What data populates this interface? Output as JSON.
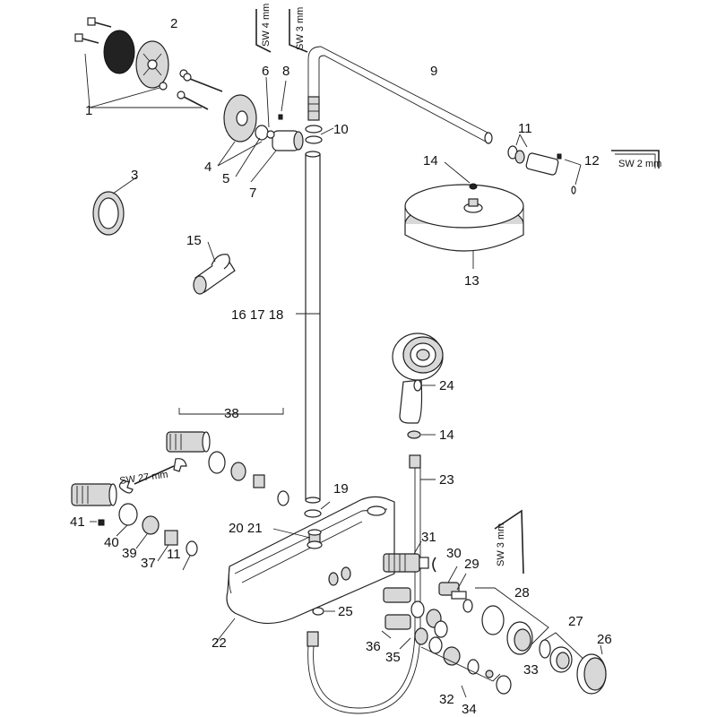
{
  "labels": {
    "p1": "1",
    "p2": "2",
    "p3": "3",
    "p4": "4",
    "p5": "5",
    "p6": "6",
    "p7": "7",
    "p8": "8",
    "p9": "9",
    "p10": "10",
    "p11": "11",
    "p11b": "11",
    "p12": "12",
    "p13": "13",
    "p14": "14",
    "p14b": "14",
    "p15": "15",
    "p161718": "16 17 18",
    "p19": "19",
    "p2021": "20 21",
    "p22": "22",
    "p23": "23",
    "p24": "24",
    "p25": "25",
    "p26": "26",
    "p27": "27",
    "p28": "28",
    "p29": "29",
    "p30": "30",
    "p31": "31",
    "p32": "32",
    "p33": "33",
    "p34": "34",
    "p35": "35",
    "p36": "36",
    "p37": "37",
    "p38": "38",
    "p39": "39",
    "p40": "40",
    "p41": "41"
  },
  "tools": {
    "sw4": "SW 4 mm",
    "sw3_top": "SW 3 mm",
    "sw2": "SW 2 mm",
    "sw27": "SW 27 mm",
    "sw3_bottom": "SW 3 mm"
  }
}
